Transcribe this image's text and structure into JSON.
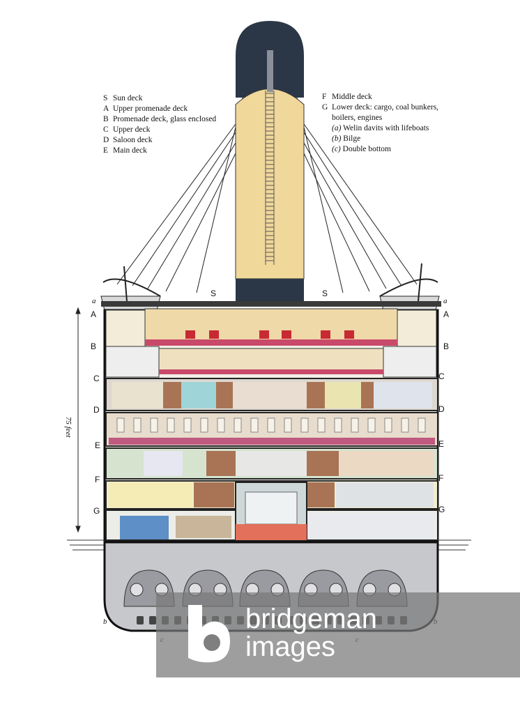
{
  "legend_left": [
    {
      "key": "S",
      "text": "Sun deck"
    },
    {
      "key": "A",
      "text": "Upper promenade deck"
    },
    {
      "key": "B",
      "text": "Promenade deck, glass enclosed"
    },
    {
      "key": "C",
      "text": "Upper deck"
    },
    {
      "key": "D",
      "text": "Saloon deck"
    },
    {
      "key": "E",
      "text": "Main deck"
    }
  ],
  "legend_right": [
    {
      "key": "F",
      "text": "Middle deck"
    },
    {
      "key": "G",
      "text": "Lower deck: cargo, coal bunkers,"
    },
    {
      "key": "",
      "text": "boilers, engines"
    },
    {
      "key": "(a)",
      "text": "Welin davits with lifeboats"
    },
    {
      "key": "(b)",
      "text": "Bilge"
    },
    {
      "key": "(c)",
      "text": "Double bottom"
    }
  ],
  "deck_labels": [
    "A",
    "B",
    "C",
    "D",
    "E",
    "F",
    "G"
  ],
  "sun_label": "S",
  "davit_label": "a",
  "bilge_label": "b",
  "double_bottom_label": "c",
  "measure_label": "75 feet",
  "watermark": {
    "line1": "bridgeman",
    "line2": "images"
  },
  "colors": {
    "funnel_top": "#2b3747",
    "funnel_body": "#f0d79a",
    "hull": "#c7c8cc",
    "deck_floor_red": "#b23a50",
    "water": "#6d8fb3"
  }
}
